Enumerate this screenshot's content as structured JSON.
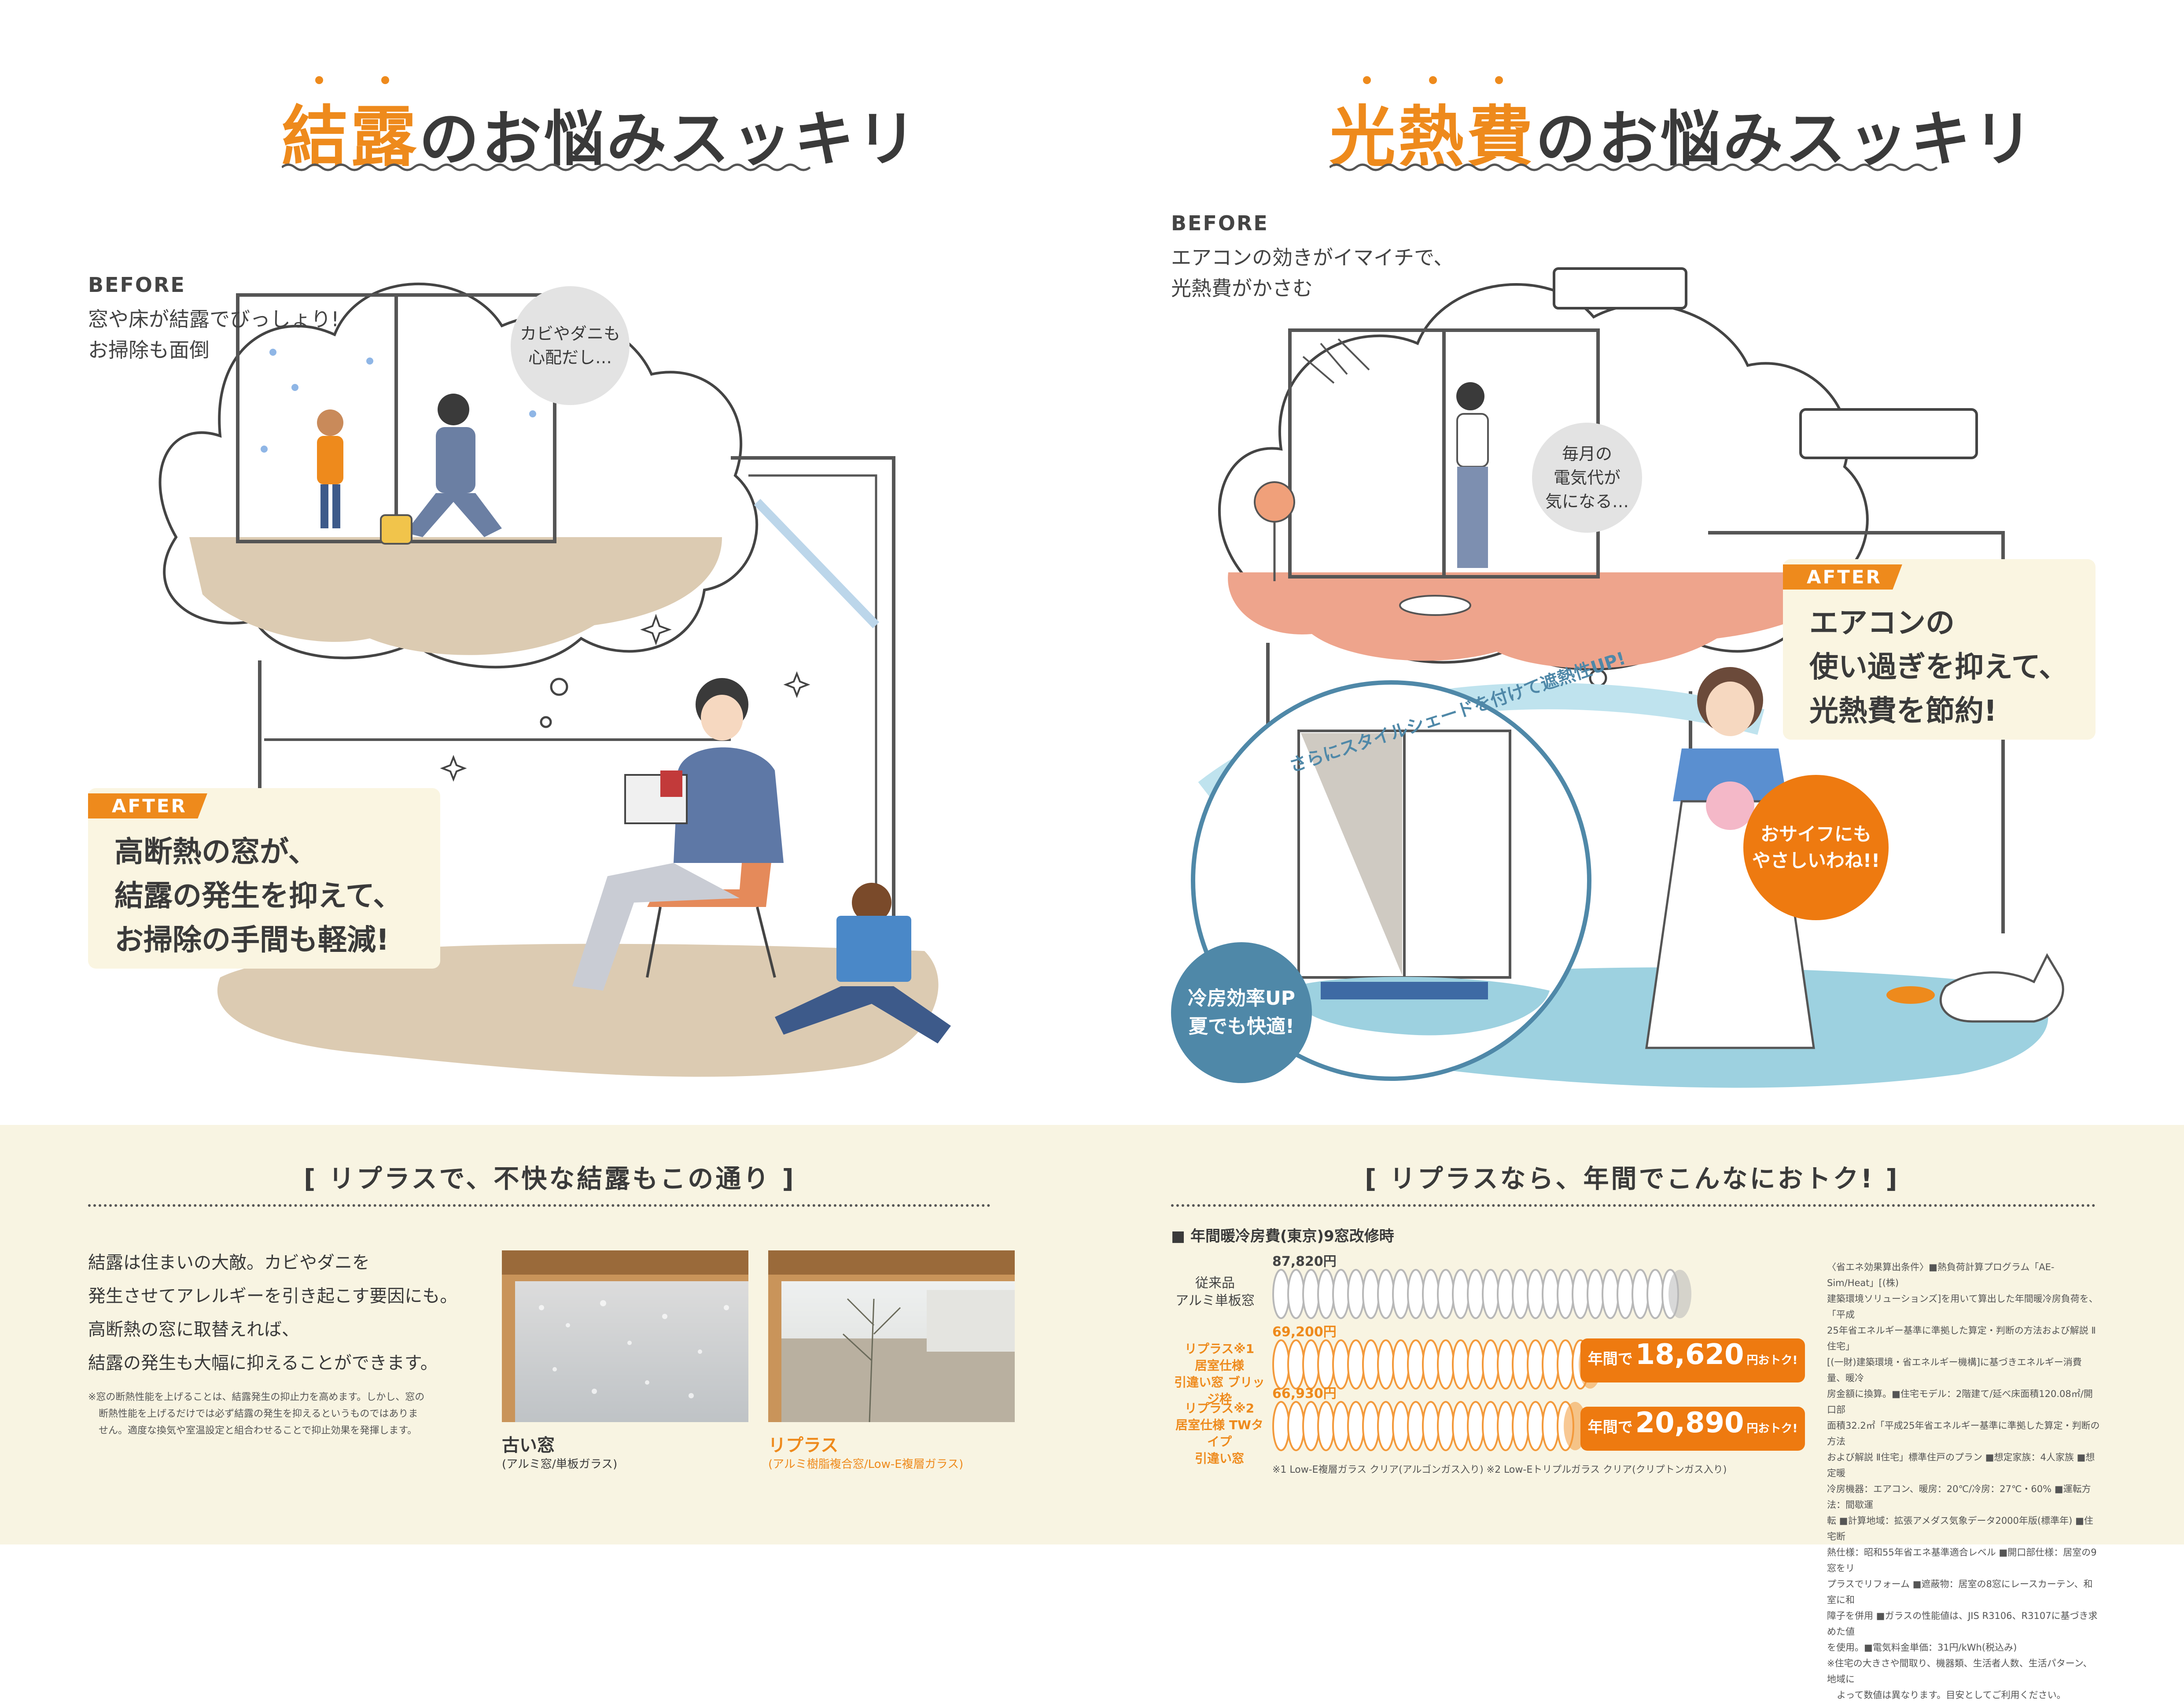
{
  "left": {
    "heading_accent": "結露",
    "heading_rest": "のお悩みスッキリ",
    "before_label": "BEFORE",
    "before_lines": [
      "窓や床が結露でびっしょり!",
      "お掃除も面倒"
    ],
    "bubble_lines": [
      "カビやダニも",
      "心配だし…"
    ],
    "after_tag": "AFTER",
    "after_lines": [
      "高断熱の窓が、",
      "結露の発生を抑えて、",
      "お掃除の手間も軽減!"
    ]
  },
  "right": {
    "heading_accent": "光熱費",
    "heading_rest": "のお悩みスッキリ",
    "before_label": "BEFORE",
    "before_lines": [
      "エアコンの効きがイマイチで、",
      "光熱費がかさむ"
    ],
    "bubble_lines": [
      "毎月の",
      "電気代が",
      "気になる…"
    ],
    "after_tag": "AFTER",
    "after_lines": [
      "エアコンの",
      "使い過ぎを抑えて、",
      "光熱費を節約!"
    ],
    "arc_text": "さらにスタイルシェードを付けて遮熱性UP!",
    "blue_badge_lines": [
      "冷房効率UP",
      "夏でも快適!"
    ],
    "orange_badge_lines": [
      "おサイフにも",
      "やさしいわね!!"
    ]
  },
  "bottom_left": {
    "title": "[ リプラスで、不快な結露もこの通り ]",
    "body_lines": [
      "結露は住まいの大敵。カビやダニを",
      "発生させてアレルギーを引き起こす要因にも。",
      "高断熱の窓に取替えれば、",
      "結露の発生も大幅に抑えることができます。"
    ],
    "note_lines": [
      "※窓の断熱性能を上げることは、結露発生の抑止力を高めます。しかし、窓の",
      "断熱性能を上げるだけでは必ず結露の発生を抑えるというものではありま",
      "せん。適度な換気や室温設定と組合わせることで抑止効果を発揮します。"
    ],
    "photo_old_title": "古い窓",
    "photo_old_sub": "(アルミ窓/単板ガラス)",
    "photo_new_title": "リプラス",
    "photo_new_sub": "(アルミ樹脂複合窓/Low-E複層ガラス)"
  },
  "bottom_right": {
    "title": "[ リプラスなら、年間でこんなにおトク! ]",
    "chart_title": "■ 年間暖冷房費(東京)9窓改修時",
    "footnote": "※1 Low-E複層ガラス クリア(アルゴンガス入り) ※2 Low-Eトリプルガラス クリア(クリプトンガス入り)",
    "conditions_lines": [
      "〈省エネ効果算出条件〉■熱負荷計算プログラム「AE-Sim/Heat」[(株)",
      "建築環境ソリューションズ]を用いて算出した年間暖冷房負荷を、「平成",
      "25年省エネルギー基準に準拠した算定・判断の方法および解説 Ⅱ住宅」",
      "[(一財)建築環境・省エネルギー機構]に基づきエネルギー消費量、暖冷",
      "房金額に換算。■住宅モデル：2階建て/延べ床面積120.08㎡/開口部",
      "面積32.2㎡「平成25年省エネルギー基準に準拠した算定・判断の方法",
      "および解説 Ⅱ住宅」標準住戸のプラン ■想定家族：4人家族 ■想定暖",
      "冷房機器：エアコン、暖房：20℃/冷房：27℃・60% ■運転方法：間歇運",
      "転 ■計算地域：拡張アメダス気象データ2000年版(標準年) ■住宅断",
      "熱仕様：昭和55年省エネ基準適合レベル ■開口部仕様：居室の9窓をリ",
      "プラスでリフォーム ■遮蔽物：居室の8窓にレースカーテン、和室に和",
      "障子を併用 ■ガラスの性能値は、JIS R3106、R3107に基づき求めた値",
      "を使用。■電気料金単価：31円/kWh(税込み)",
      "※住宅の大きさや間取り、機器類、生活者人数、生活パターン、地域に",
      "よって数値は異なります。目安としてご利用ください。"
    ]
  },
  "chart_data": {
    "type": "bar",
    "title": "■ 年間暖冷房費(東京)9窓改修時",
    "categories": [
      "従来品アルミ単板窓",
      "リプラス※1 居室仕様 引違い窓 ブリッジ枠",
      "リプラス※2 居室仕様 TWタイプ 引違い窓"
    ],
    "category_lines": [
      [
        "従来品",
        "アルミ単板窓"
      ],
      [
        "リプラス※1",
        "居室仕様",
        "引違い窓 ブリッジ枠"
      ],
      [
        "リプラス※2",
        "居室仕様 TWタイプ",
        "引違い窓"
      ]
    ],
    "values": [
      87820,
      69200,
      66930
    ],
    "value_labels": [
      "87,820円",
      "69,200円",
      "66,930円"
    ],
    "unit": "円",
    "xlim": [
      0,
      87820
    ],
    "colors": [
      "#b8b8b8",
      "#f39a3c",
      "#f39a3c"
    ],
    "savings": [
      null,
      {
        "prefix": "年間で",
        "amount": "18,620",
        "suffix": "円おトク!"
      },
      {
        "prefix": "年間で",
        "amount": "20,890",
        "suffix": "円おトク!"
      }
    ]
  }
}
